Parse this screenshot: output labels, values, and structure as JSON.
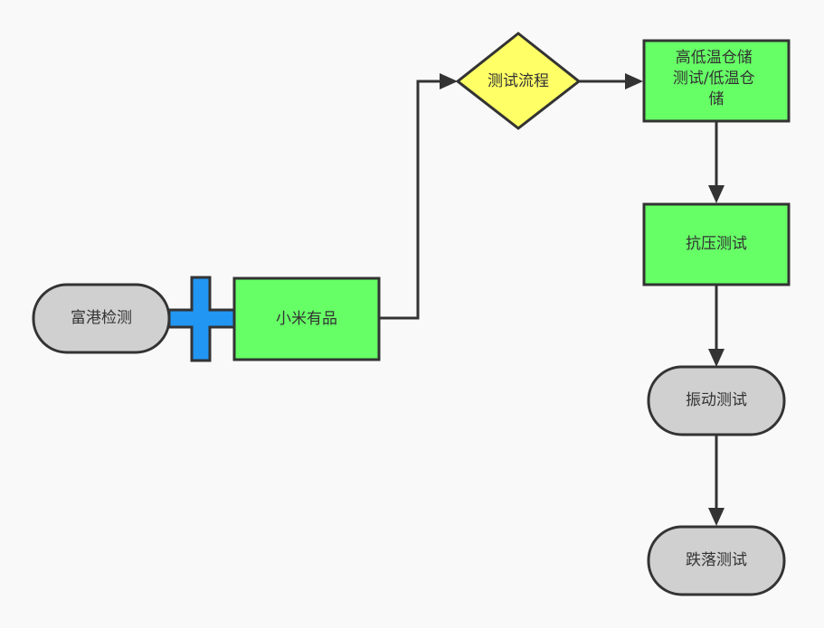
{
  "diagram": {
    "colors": {
      "background": "#f9f9f9",
      "stroke": "#333333",
      "process_fill": "#66ff66",
      "terminal_fill": "#d0d0d0",
      "decision_fill": "#ffff66",
      "connector_fill": "#2196f3",
      "text": "#333333"
    },
    "nodes": {
      "fugang": {
        "label": "富港检测",
        "shape": "terminal"
      },
      "connector": {
        "label": "",
        "shape": "plus-connector"
      },
      "xiaomi": {
        "label": "小米有品",
        "shape": "process"
      },
      "decision": {
        "label": "测试流程",
        "shape": "decision"
      },
      "temp": {
        "label_lines": [
          "高低温仓储",
          "测试/低温仓",
          "储"
        ],
        "shape": "process"
      },
      "pressure": {
        "label": "抗压测试",
        "shape": "process"
      },
      "vibration": {
        "label": "振动测试",
        "shape": "terminal"
      },
      "drop": {
        "label": "跌落测试",
        "shape": "terminal"
      }
    },
    "edges": [
      {
        "from": "fugang",
        "to": "connector",
        "arrow": false
      },
      {
        "from": "connector",
        "to": "xiaomi",
        "arrow": false
      },
      {
        "from": "xiaomi",
        "to": "decision",
        "arrow": true
      },
      {
        "from": "decision",
        "to": "temp",
        "arrow": true
      },
      {
        "from": "temp",
        "to": "pressure",
        "arrow": true
      },
      {
        "from": "pressure",
        "to": "vibration",
        "arrow": true
      },
      {
        "from": "vibration",
        "to": "drop",
        "arrow": true
      }
    ]
  }
}
